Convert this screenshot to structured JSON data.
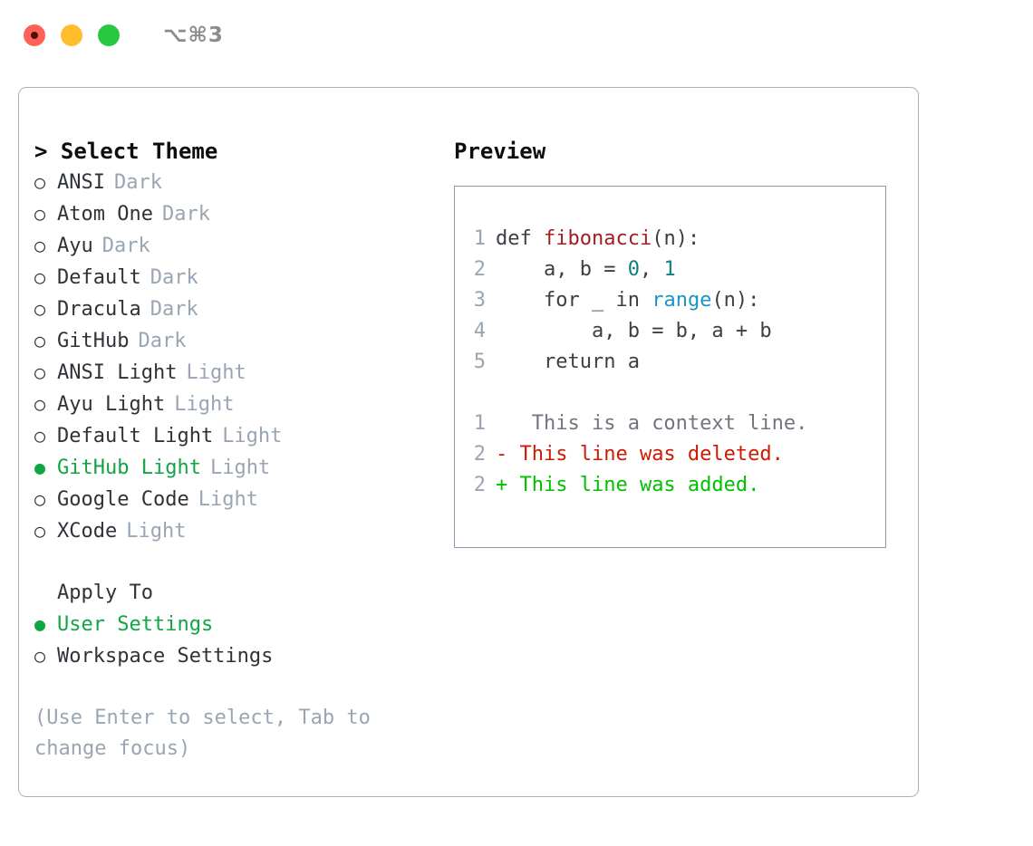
{
  "titlebar": {
    "shortcut": "⌥⌘3",
    "lights": [
      {
        "name": "close",
        "color": "#ff6159"
      },
      {
        "name": "minimize",
        "color": "#ffbd2e"
      },
      {
        "name": "zoom",
        "color": "#28c840"
      }
    ]
  },
  "theme_list": {
    "heading": "> Select Theme",
    "items": [
      {
        "marker": "○",
        "label": "ANSI",
        "variant": "Dark",
        "selected": false
      },
      {
        "marker": "○",
        "label": "Atom One",
        "variant": "Dark",
        "selected": false
      },
      {
        "marker": "○",
        "label": "Ayu",
        "variant": "Dark",
        "selected": false
      },
      {
        "marker": "○",
        "label": "Default",
        "variant": "Dark",
        "selected": false
      },
      {
        "marker": "○",
        "label": "Dracula",
        "variant": "Dark",
        "selected": false
      },
      {
        "marker": "○",
        "label": "GitHub",
        "variant": "Dark",
        "selected": false
      },
      {
        "marker": "○",
        "label": "ANSI Light",
        "variant": "Light",
        "selected": false
      },
      {
        "marker": "○",
        "label": "Ayu Light",
        "variant": "Light",
        "selected": false
      },
      {
        "marker": "○",
        "label": "Default Light",
        "variant": "Light",
        "selected": false
      },
      {
        "marker": "●",
        "label": "GitHub Light",
        "variant": "Light",
        "selected": true
      },
      {
        "marker": "○",
        "label": "Google Code",
        "variant": "Light",
        "selected": false
      },
      {
        "marker": "○",
        "label": "XCode",
        "variant": "Light",
        "selected": false
      }
    ]
  },
  "apply_to": {
    "heading": "Apply To",
    "items": [
      {
        "marker": "●",
        "label": "User Settings",
        "selected": true
      },
      {
        "marker": "○",
        "label": "Workspace Settings",
        "selected": false
      }
    ]
  },
  "hint": "(Use Enter to select, Tab to change focus)",
  "preview": {
    "title": "Preview",
    "code_lines": [
      {
        "no": "1",
        "indent": "",
        "tokens": [
          {
            "t": "def ",
            "c": "plain"
          },
          {
            "t": "fibonacci",
            "c": "fn"
          },
          {
            "t": "(n):",
            "c": "plain"
          }
        ]
      },
      {
        "no": "2",
        "indent": "    ",
        "tokens": [
          {
            "t": "a, b = ",
            "c": "plain"
          },
          {
            "t": "0",
            "c": "num"
          },
          {
            "t": ", ",
            "c": "plain"
          },
          {
            "t": "1",
            "c": "num"
          }
        ]
      },
      {
        "no": "3",
        "indent": "    ",
        "tokens": [
          {
            "t": "for _ in ",
            "c": "plain"
          },
          {
            "t": "range",
            "c": "call"
          },
          {
            "t": "(n):",
            "c": "plain"
          }
        ]
      },
      {
        "no": "4",
        "indent": "        ",
        "tokens": [
          {
            "t": "a, b = b, a + b",
            "c": "plain"
          }
        ]
      },
      {
        "no": "5",
        "indent": "    ",
        "tokens": [
          {
            "t": "return a",
            "c": "plain"
          }
        ]
      }
    ],
    "diff_lines": [
      {
        "no": "1",
        "sign": " ",
        "text": "  This is a context line.",
        "kind": "ctx"
      },
      {
        "no": "2",
        "sign": "-",
        "text": " This line was deleted.",
        "kind": "del"
      },
      {
        "no": "2",
        "sign": "+",
        "text": " This line was added.",
        "kind": "add"
      }
    ]
  },
  "colors": {
    "accent_green": "#11a544",
    "diff_add": "#00c000",
    "diff_delete": "#cc1b00",
    "function_name": "#a01f1f",
    "number_literal": "#0f8080",
    "builtin_call": "#1b95c4",
    "muted": "#9aa5b4",
    "border": "#8b99ab"
  }
}
